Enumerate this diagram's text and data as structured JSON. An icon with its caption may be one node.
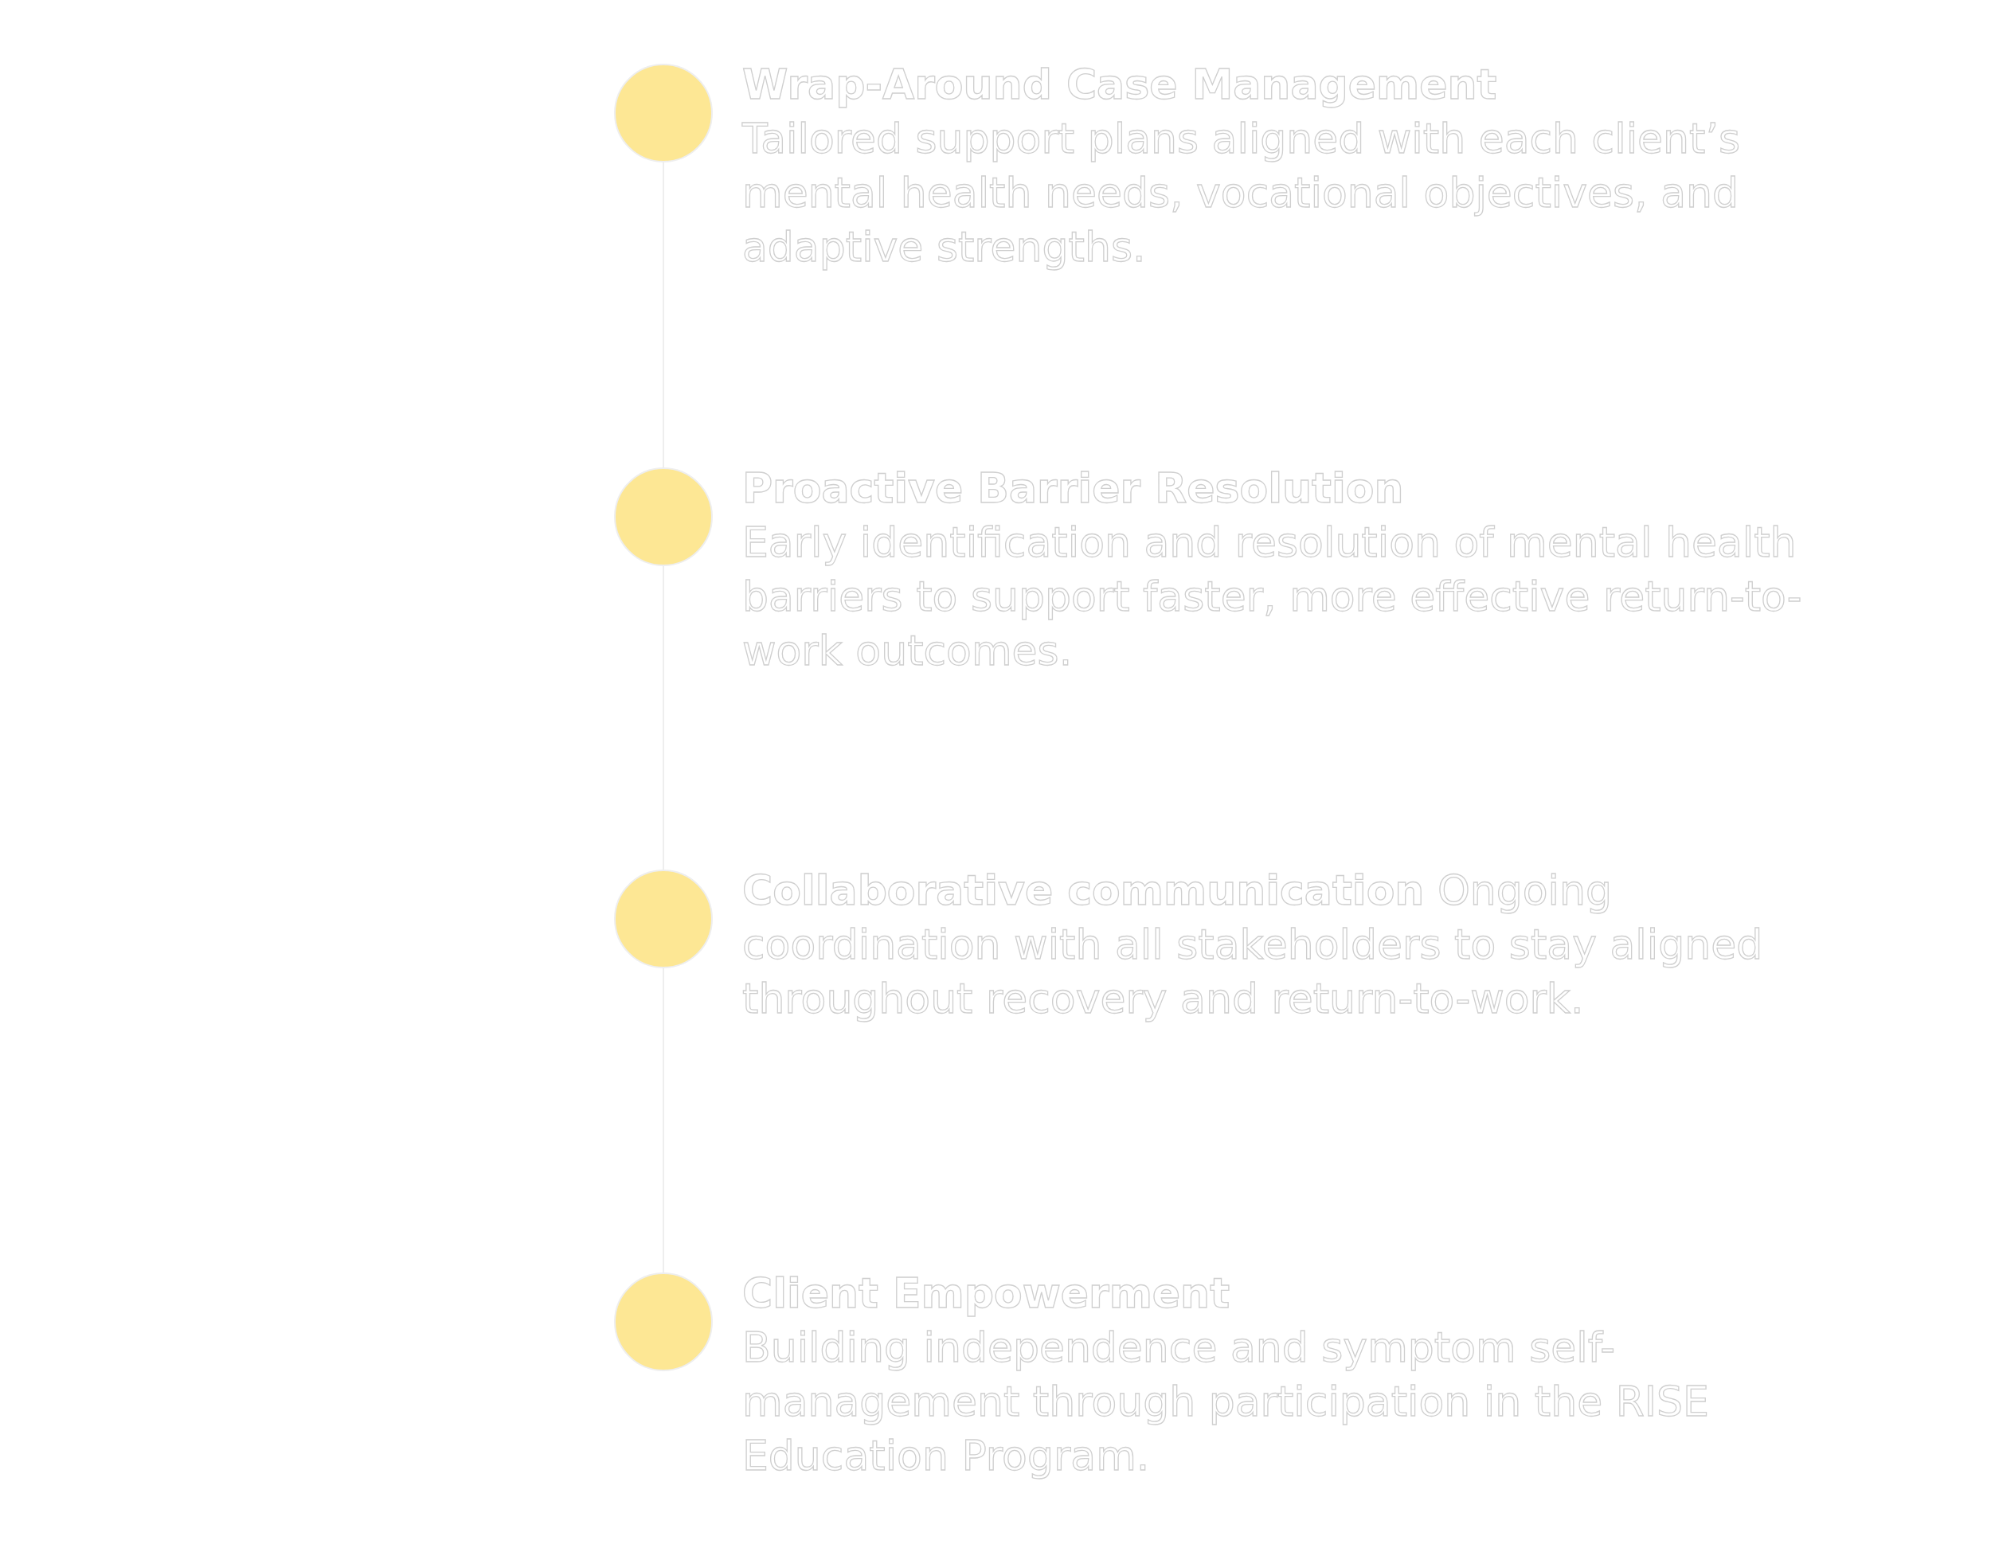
{
  "diagram": {
    "nodes": [
      {
        "text": [],
        "shape": "circle",
        "beside": [
          "Wrap-Around Case Management",
          "Tailored support plans aligned with each client’s mental health needs, vocational objectives, and adaptive strengths."
        ]
      },
      {
        "text": [],
        "shape": "circle",
        "beside": [
          "Proactive Barrier Resolution",
          "Early identification and resolution of mental health barriers to support faster, more effective return-to-work outcomes."
        ]
      },
      {
        "text": [],
        "shape": "circle",
        "beside": [
          "**Collaborative communication** Ongoing coordination with all stakeholders to stay aligned throughout recovery and return-to-work."
        ]
      },
      {
        "text": [],
        "shape": "circle",
        "beside": [
          "Client Empowerment",
          "Building independence and symptom self-management through participation in the RISE Education Program."
        ]
      }
    ],
    "edges": [
      {
        "from": 0,
        "to": 1,
        "arrow": "none"
      },
      {
        "from": 1,
        "to": 2,
        "arrow": "none"
      },
      {
        "from": 2,
        "to": 3,
        "arrow": "none"
      }
    ]
  }
}
